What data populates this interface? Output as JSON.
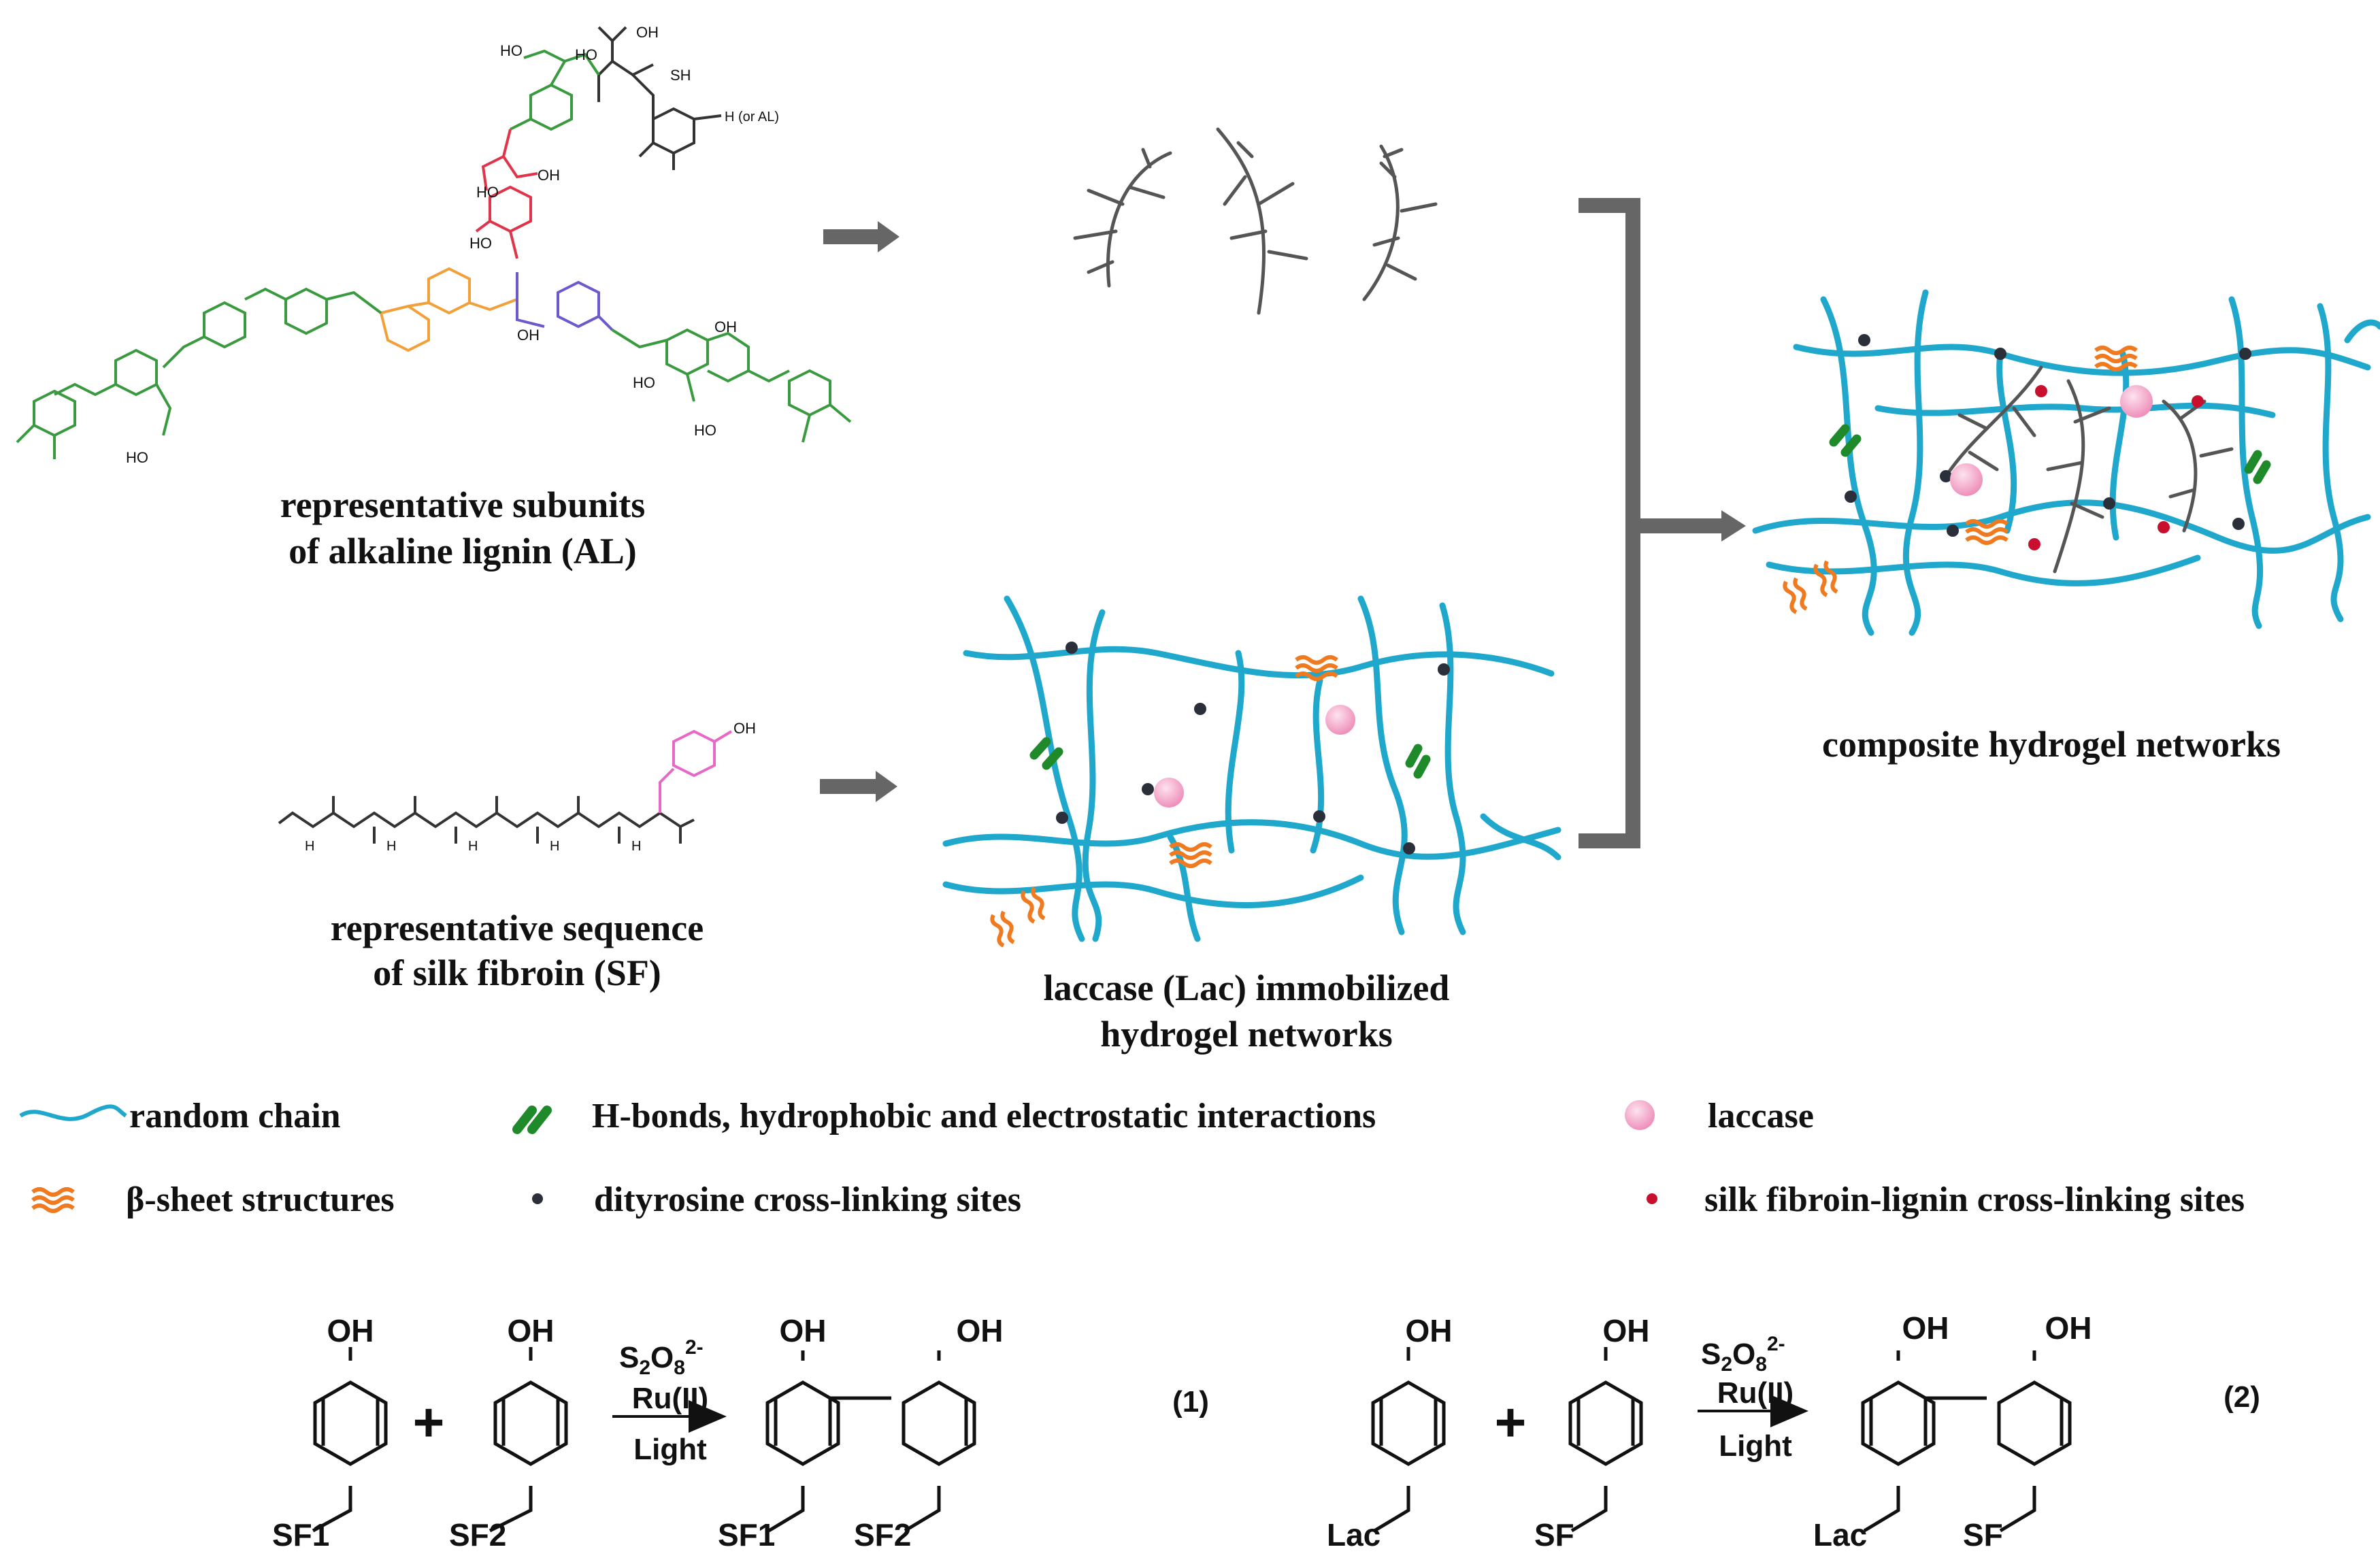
{
  "captions": {
    "lignin_line1": "representative subunits",
    "lignin_line2": "of alkaline lignin (AL)",
    "sf_line1": "representative sequence",
    "sf_line2": "of silk fibroin (SF)",
    "lac_line1": "laccase (Lac) immobilized",
    "lac_line2": "hydrogel networks",
    "composite": "composite hydrogel networks"
  },
  "lignin_labels": {
    "oh_top": "OH",
    "sh": "SH",
    "h_or_al": "H (or AL)",
    "ho_a": "HO",
    "ho_b": "HO",
    "ho_c": "HO",
    "oh_d": "OH",
    "ho_e": "HO",
    "oh_f": "OH",
    "oh_g": "OH",
    "ho_h": "HO",
    "ho_i": "HO",
    "ho_j": "HO"
  },
  "sf_labels": {
    "oh": "OH",
    "h1": "H",
    "h2": "H",
    "h3": "H",
    "h4": "H",
    "h5": "H"
  },
  "legend": {
    "random_chain": "random chain",
    "hbonds": "H-bonds, hydrophobic and electrostatic interactions",
    "laccase": "laccase",
    "beta_sheet": "β-sheet structures",
    "dityrosine": "dityrosine cross-linking  sites",
    "sf_lignin": "silk fibroin-lignin cross-linking sites"
  },
  "reaction1": {
    "oh_a": "OH",
    "oh_b": "OH",
    "oh_c": "OH",
    "oh_d": "OH",
    "sub_a": "SF1",
    "sub_b": "SF2",
    "sub_c": "SF1",
    "sub_d": "SF2",
    "plus": "+",
    "reagent_base": "S",
    "reagent_sub1": "2",
    "reagent_o": "O",
    "reagent_sub2": "8",
    "reagent_sup": "2-",
    "catalyst": "Ru(II)",
    "condition": "Light",
    "number": "(1)"
  },
  "reaction2": {
    "oh_a": "OH",
    "oh_b": "OH",
    "oh_c": "OH",
    "oh_d": "OH",
    "sub_a": "Lac",
    "sub_b": "SF",
    "sub_c": "Lac",
    "sub_d": "SF",
    "plus": "+",
    "reagent_base": "S",
    "reagent_sub1": "2",
    "reagent_o": "O",
    "reagent_sub2": "8",
    "reagent_sup": "2-",
    "catalyst": "Ru(II)",
    "condition": "Light",
    "number": "(2)"
  },
  "colors": {
    "chain": "#1fa8cc",
    "green_bond": "#1e8a2a",
    "beta": "#f07a20",
    "dityrosine": "#2b2f3a",
    "sf_lignin": "#c8102e",
    "laccase": "#f3a6c8",
    "lignin_green": "#3a9a40",
    "lignin_red": "#e0344b",
    "lignin_orange": "#f2a03a",
    "lignin_purple": "#6a5acd",
    "tyrosine_pink": "#e868c8",
    "twig": "#555555",
    "arrow": "#666666"
  }
}
